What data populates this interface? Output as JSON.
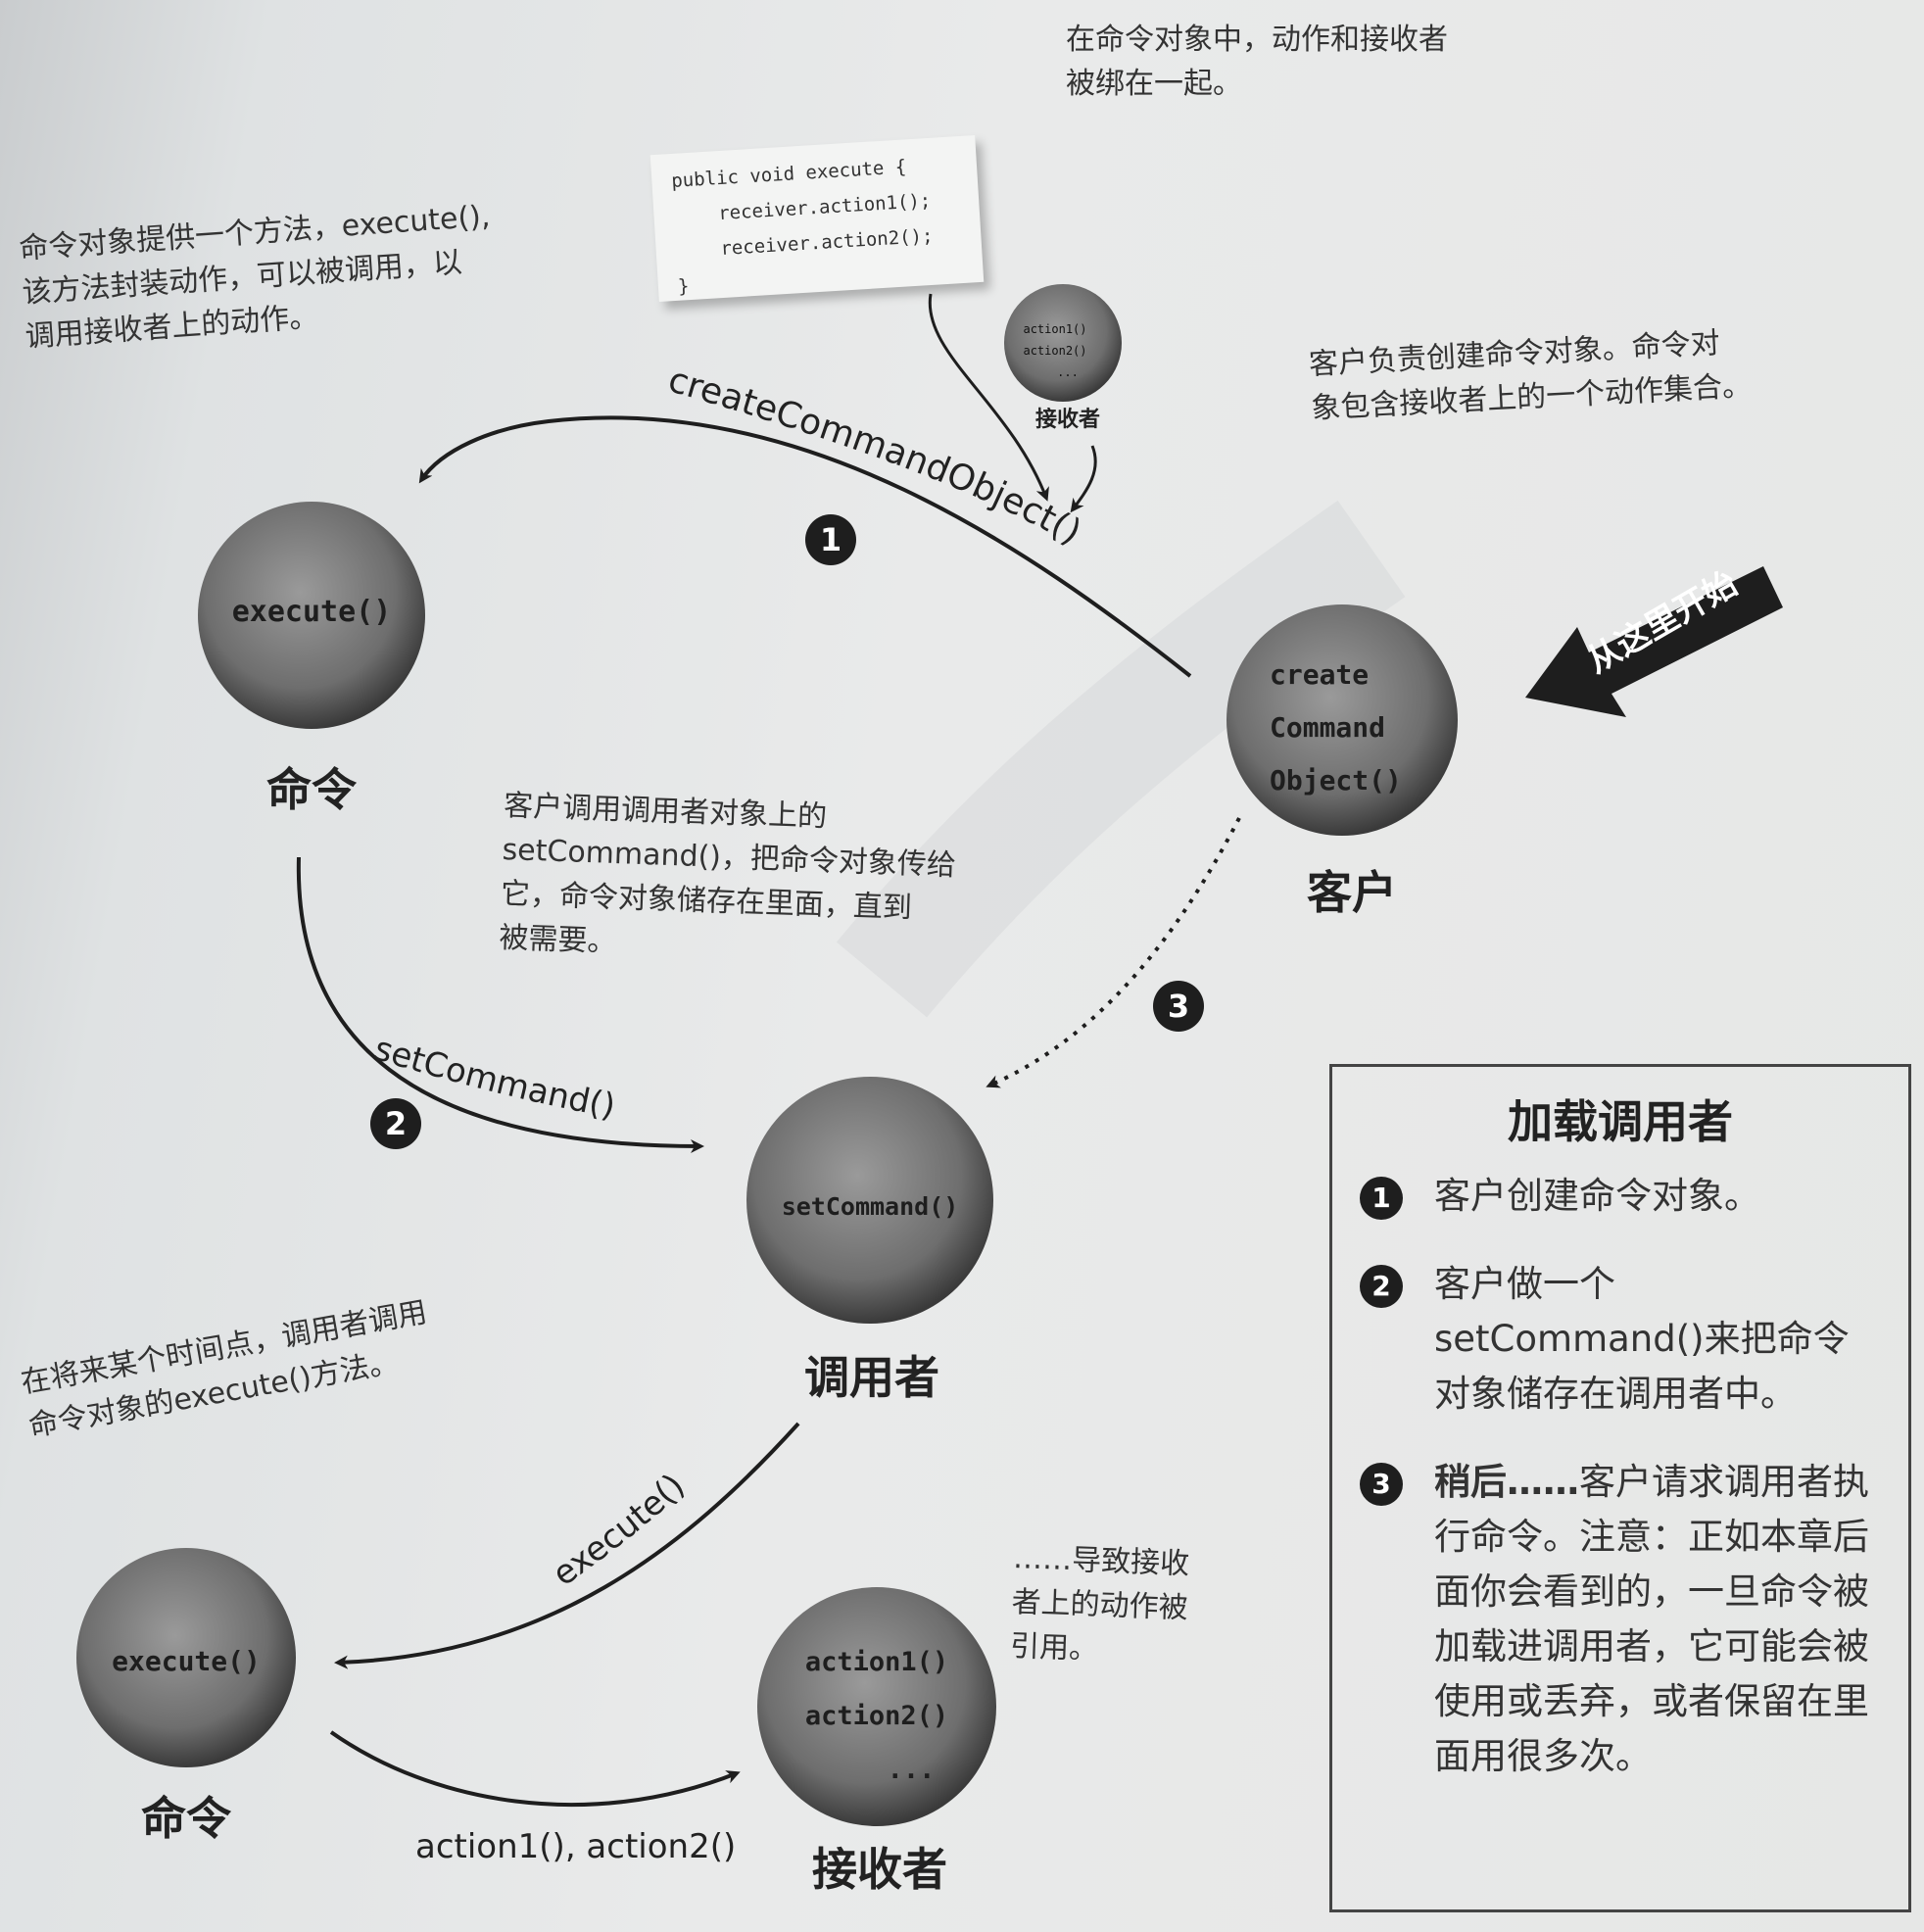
{
  "notes": {
    "top_right": [
      "在命令对象中，动作和接收者",
      "被绑在一起。"
    ],
    "top_left": [
      "命令对象提供一个方法，execute(),",
      "该方法封装动作，可以被调用，以",
      "调用接收者上的动作。"
    ],
    "right": [
      "客户负责创建命令对象。命令对",
      "象包含接收者上的一个动作集合。"
    ],
    "middle": [
      "客户调用调用者对象上的",
      "setCommand()，把命令对象传给",
      "它，命令对象储存在里面，直到",
      "被需要。"
    ],
    "bottom_left": [
      "在将来某个时间点，调用者调用",
      "命令对象的execute()方法。"
    ],
    "bottom_right": [
      "……导致接收",
      "者上的动作被",
      "引用。"
    ]
  },
  "code": [
    "public void execute {",
    "    receiver.action1();",
    "    receiver.action2();",
    "}"
  ],
  "small_receiver": {
    "lines": [
      "action1()",
      "action2()",
      "..."
    ],
    "label": "接收者"
  },
  "nodes": {
    "command1": {
      "lines": [
        "execute()"
      ],
      "label": "命令"
    },
    "client": {
      "lines": [
        "create",
        "Command",
        "Object()"
      ],
      "label": "客户"
    },
    "invoker": {
      "lines": [
        "setCommand()"
      ],
      "label": "调用者"
    },
    "command2": {
      "lines": [
        "execute()"
      ],
      "label": "命令"
    },
    "receiver": {
      "lines": [
        "action1()",
        "action2()",
        "..."
      ],
      "label": "接收者"
    }
  },
  "arrows": {
    "create": "createCommandObject()",
    "set": "setCommand()",
    "execute": "execute()",
    "actions": "action1(), action2()"
  },
  "badges": [
    "1",
    "2",
    "3"
  ],
  "start_label": "从这里开始",
  "legend": {
    "title": "加载调用者",
    "steps": [
      {
        "num": "1",
        "text": "客户创建命令对象。"
      },
      {
        "num": "2",
        "text": "客户做一个setCommand()来把命令对象储存在调用者中。"
      },
      {
        "num": "3",
        "bold": "稍后……",
        "text": "客户请求调用者执行命令。注意：正如本章后面你会看到的，一旦命令被加载进调用者，它可能会被使用或丢弃，或者保留在里面用很多次。"
      }
    ]
  },
  "colors": {
    "ball_light": "#8f8f8f",
    "ball_dark": "#3a3a3a",
    "ink": "#1e1e1e"
  }
}
